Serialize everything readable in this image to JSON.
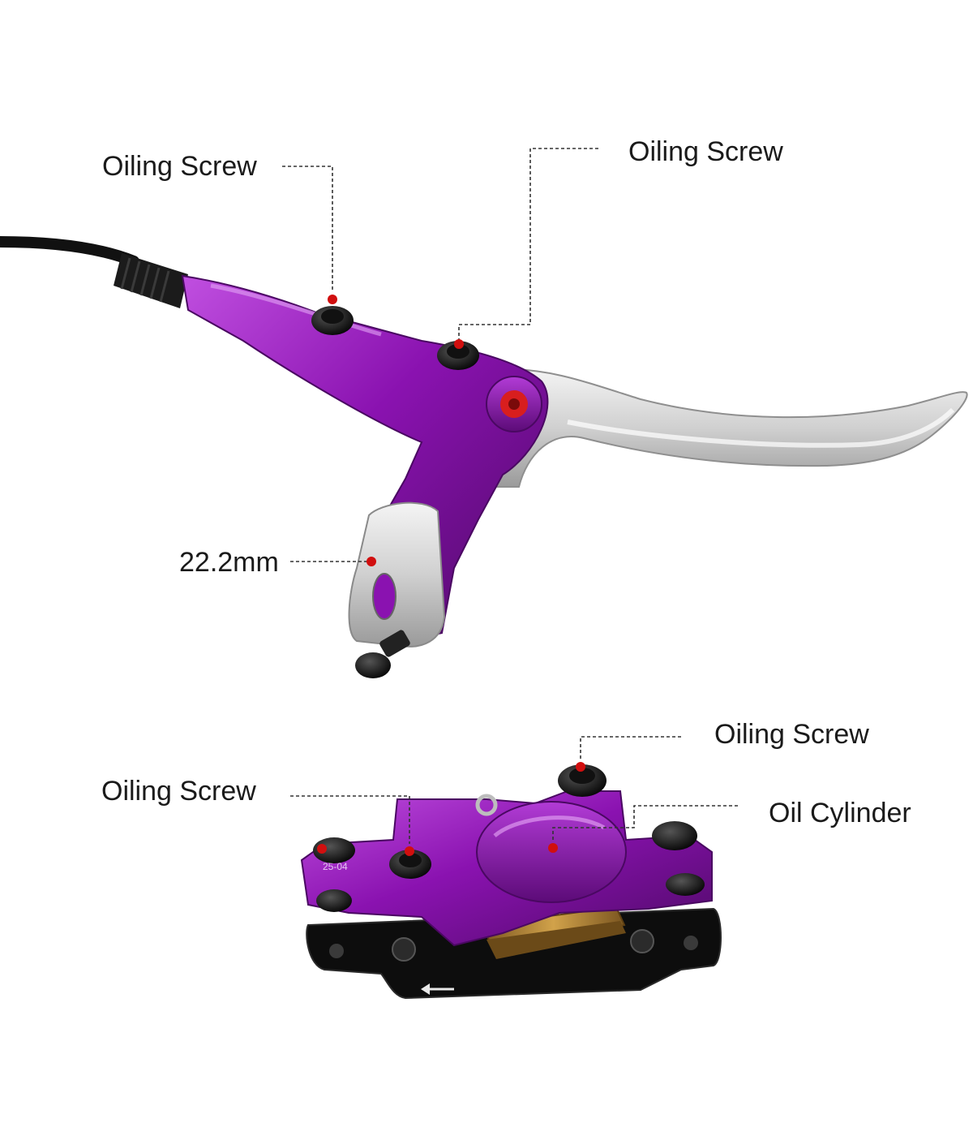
{
  "labels": {
    "lever_oiling_screw_left": "Oiling Screw",
    "lever_oiling_screw_right": "Oiling Screw",
    "clamp_diameter": "22.2mm",
    "caliper_oiling_screw_top": "Oiling Screw",
    "caliper_oiling_screw_left": "Oiling Screw",
    "oil_cylinder": "Oil Cylinder"
  },
  "caliper_stamp": "25-04",
  "colors": {
    "anodized_body": "#8a12b0",
    "lever_blade": "#d6d6d6",
    "marker_dot": "#d10f0f",
    "hose": "#111111",
    "mount_bracket": "#0d0d0d",
    "brake_pad": "#b8862e"
  }
}
